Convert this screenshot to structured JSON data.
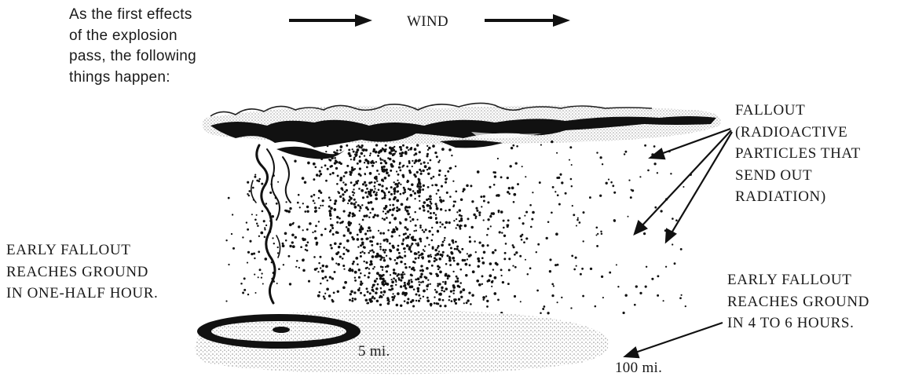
{
  "intro_text": "As the first effects\nof the explosion\npass, the following\nthings happen:",
  "wind_label": "WIND",
  "fallout_label": "FALLOUT\n(RADIOACTIVE\nPARTICLES THAT\nSEND OUT\nRADIATION)",
  "early_left_label": "EARLY FALLOUT\nREACHES GROUND\nIN ONE-HALF HOUR.",
  "early_right_label": "EARLY FALLOUT\nREACHES GROUND\nIN 4 TO 6 HOURS.",
  "distance_near": "5 mi.",
  "distance_far": "100 mi.",
  "colors": {
    "ink": "#111111",
    "stipple": "#c8c8c8",
    "ground_stipple": "#d4d4d4"
  }
}
